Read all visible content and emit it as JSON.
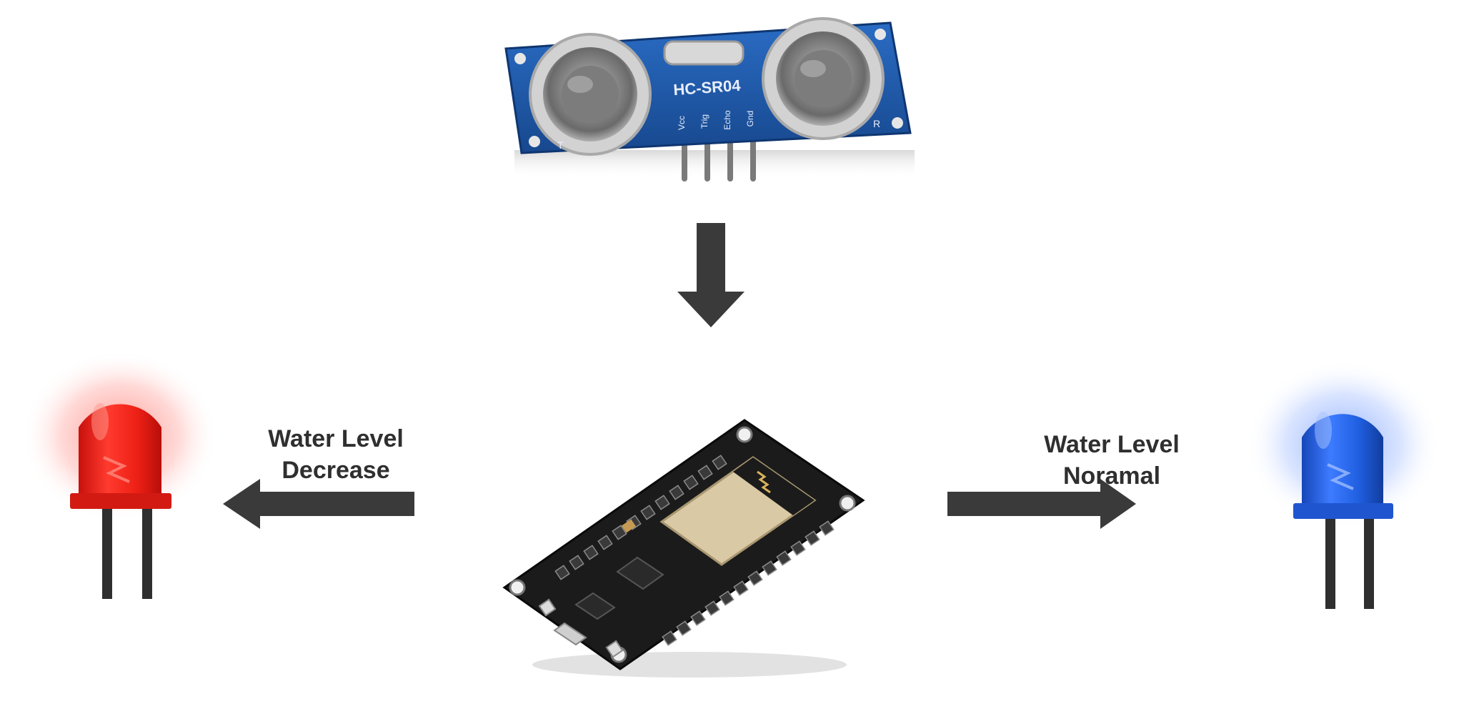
{
  "sensor": {
    "model_text": "HC-SR04",
    "pin_labels": [
      "Vcc",
      "Trig",
      "Echo",
      "Gnd"
    ],
    "board_marks": [
      "T",
      "R"
    ]
  },
  "labels": {
    "left_line1": "Water Level",
    "left_line2": "Decrease",
    "right_line1": "Water Level",
    "right_line2": "Noramal"
  },
  "colors": {
    "arrow": "#3a3a3a",
    "red_led": "#e8201e",
    "blue_led": "#1f5fe0",
    "sensor_board": "#1d5aa8",
    "mcu_board": "#1b1b1b",
    "wifi_module": "#d9c9a4"
  },
  "icons": {
    "sensor": "ultrasonic-sensor-icon",
    "mcu": "nodemcu-board-icon",
    "red": "red-led-icon",
    "blue": "blue-led-icon"
  }
}
